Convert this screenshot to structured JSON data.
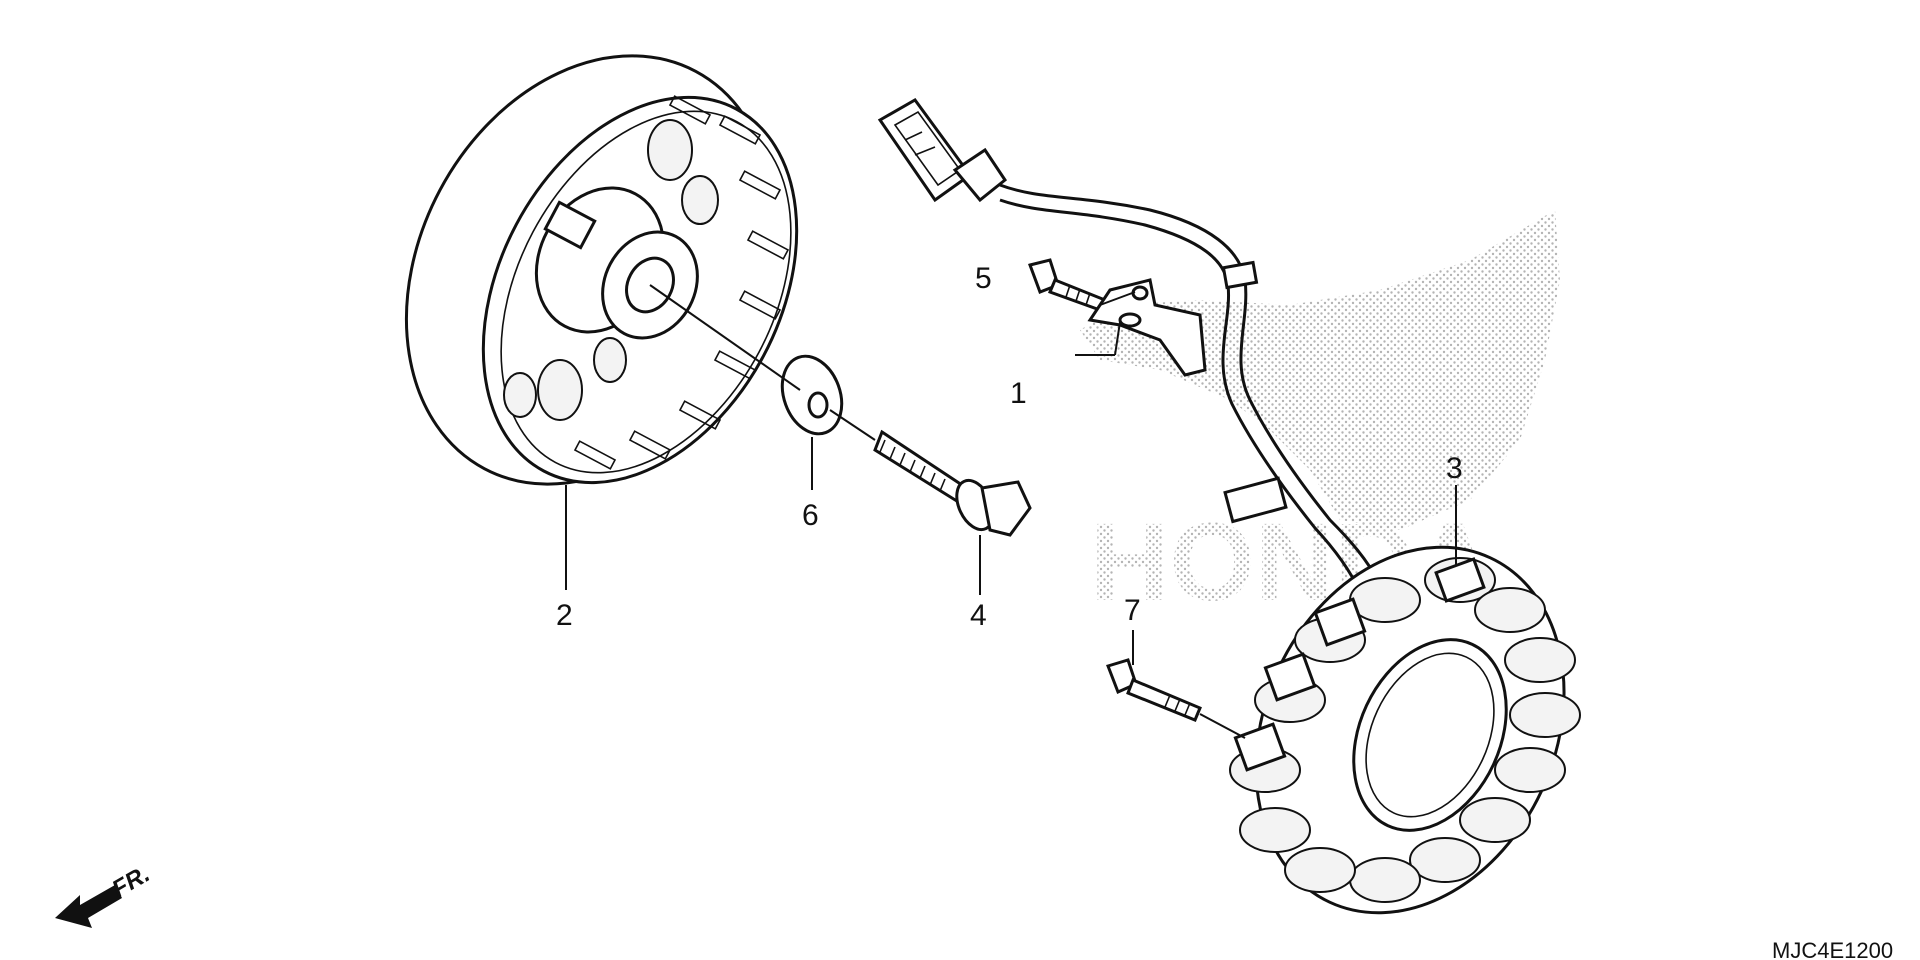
{
  "diagram": {
    "reference_code": "MJC4E1200",
    "front_indicator": "FR.",
    "watermark": "HONDA",
    "colors": {
      "ink": "#111111",
      "watermark": "#b4b4b4",
      "background": "#ffffff"
    },
    "callouts": [
      {
        "id": "1",
        "part": "bracket"
      },
      {
        "id": "2",
        "part": "flywheel"
      },
      {
        "id": "3",
        "part": "stator"
      },
      {
        "id": "4",
        "part": "flange-bolt"
      },
      {
        "id": "5",
        "part": "bracket-bolt"
      },
      {
        "id": "6",
        "part": "washer"
      },
      {
        "id": "7",
        "part": "stator-bolt"
      }
    ]
  }
}
